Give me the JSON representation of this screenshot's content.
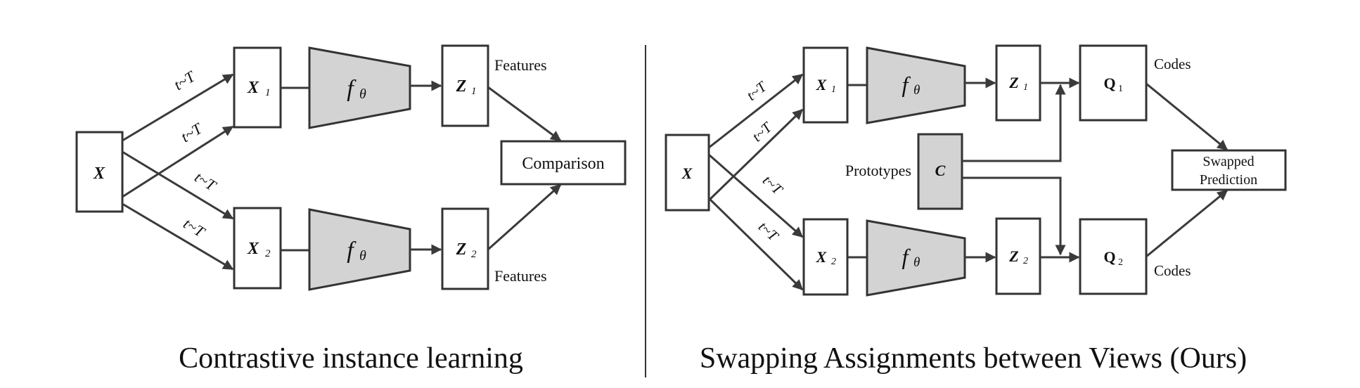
{
  "left": {
    "input": "X",
    "view1": "X",
    "view1_sub": "1",
    "view2": "X",
    "view2_sub": "2",
    "encoder": "f",
    "encoder_sub": "θ",
    "feat1": "Z",
    "feat1_sub": "1",
    "feat2": "Z",
    "feat2_sub": "2",
    "features_top": "Features",
    "features_bottom": "Features",
    "comparison": "Comparison",
    "aug": "t~T",
    "caption": "Contrastive instance learning"
  },
  "right": {
    "input": "X",
    "view1": "X",
    "view1_sub": "1",
    "view2": "X",
    "view2_sub": "2",
    "encoder": "f",
    "encoder_sub": "θ",
    "feat1": "Z",
    "feat1_sub": "1",
    "feat2": "Z",
    "feat2_sub": "2",
    "code1": "Q",
    "code1_sub": "1",
    "code2": "Q",
    "code2_sub": "2",
    "codes_top": "Codes",
    "codes_bottom": "Codes",
    "prototypes_label": "Prototypes",
    "prototypes": "C",
    "swapped_line1": "Swapped",
    "swapped_line2": "Prediction",
    "aug": "t~T",
    "caption": "Swapping Assignments between Views (Ours)"
  },
  "colors": {
    "stroke": "#333333",
    "encoder_fill": "#d3d3d3",
    "background": "#ffffff"
  }
}
